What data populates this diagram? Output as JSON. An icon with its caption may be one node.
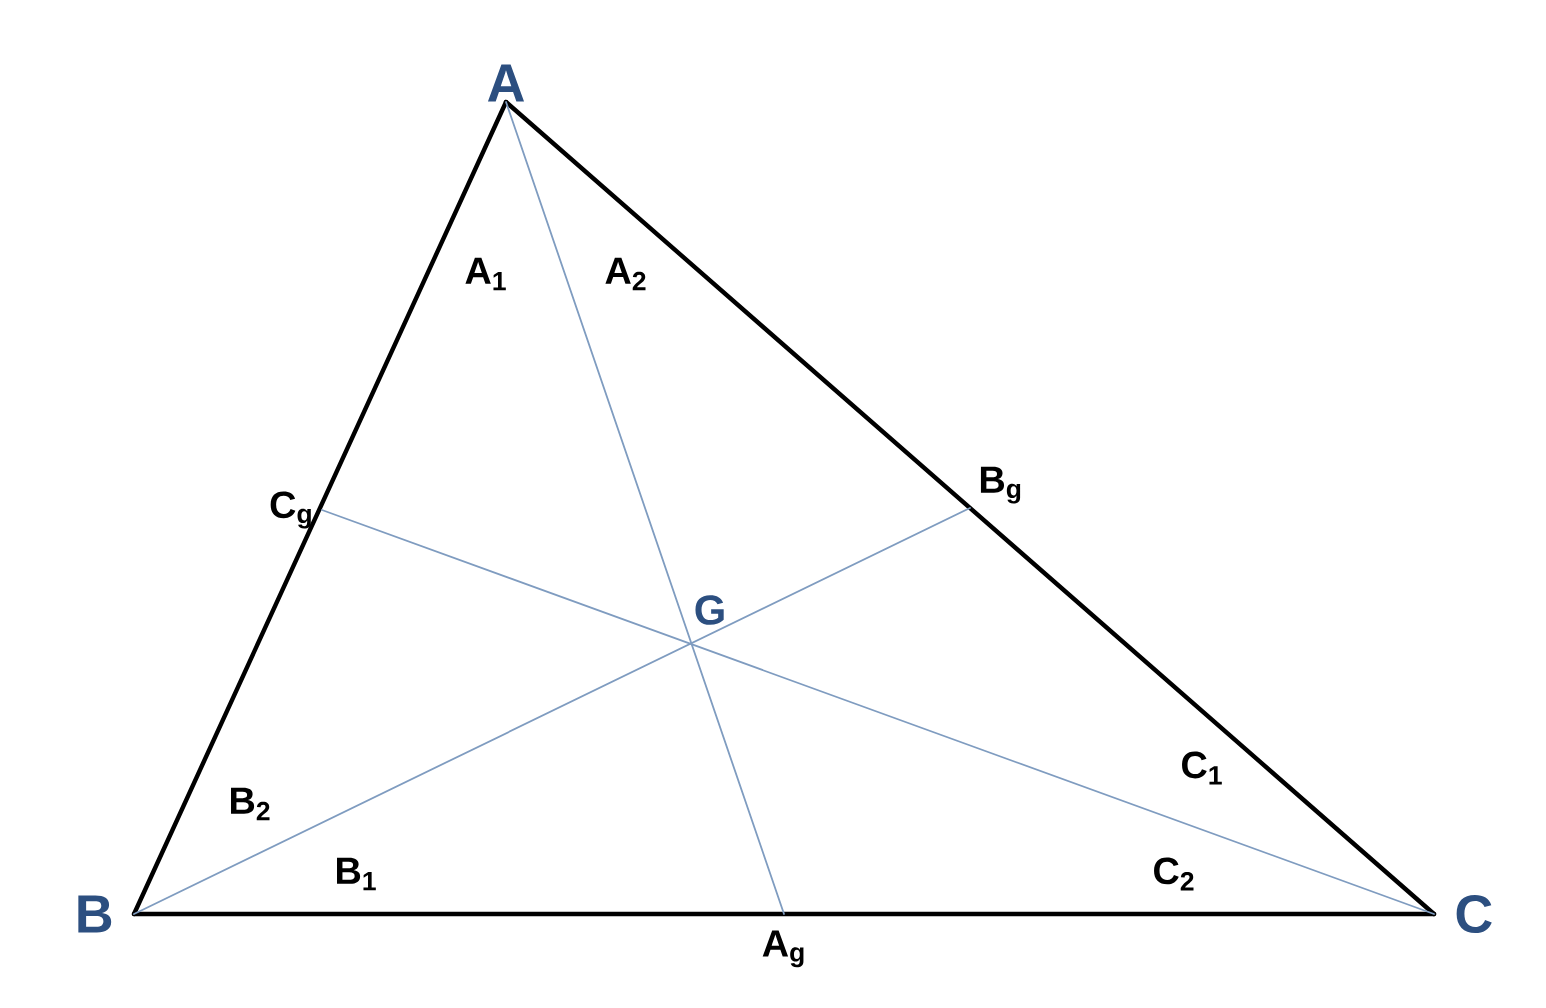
{
  "diagram": {
    "nodes": [
      {
        "text": [
          "A"
        ]
      },
      {
        "text": [
          "B"
        ]
      },
      {
        "text": [
          "C"
        ]
      },
      {
        "text": [
          "A$_{g}$"
        ]
      },
      {
        "text": [
          "B$_{g}$"
        ]
      },
      {
        "text": [
          "C$_{g}$"
        ]
      }
    ],
    "edges": [
      {
        "from": 0,
        "to": 1,
        "arrow": "none"
      },
      {
        "from": 1,
        "to": 2,
        "arrow": "none"
      },
      {
        "from": 2,
        "to": 0,
        "arrow": "none"
      },
      {
        "from": 0,
        "to": 3,
        "arrow": "none",
        "color": "#7f9cc0"
      },
      {
        "from": 1,
        "to": 4,
        "arrow": "none",
        "color": "#7f9cc0"
      },
      {
        "from": 2,
        "to": 5,
        "arrow": "none",
        "color": "#7f9cc0"
      }
    ],
    "labels": [
      "A$_{1}$",
      "A$_{2}$",
      "G",
      "B$_{2}$",
      "B$_{1}$",
      "C$_{1}$",
      "C$_{2}$"
    ]
  }
}
